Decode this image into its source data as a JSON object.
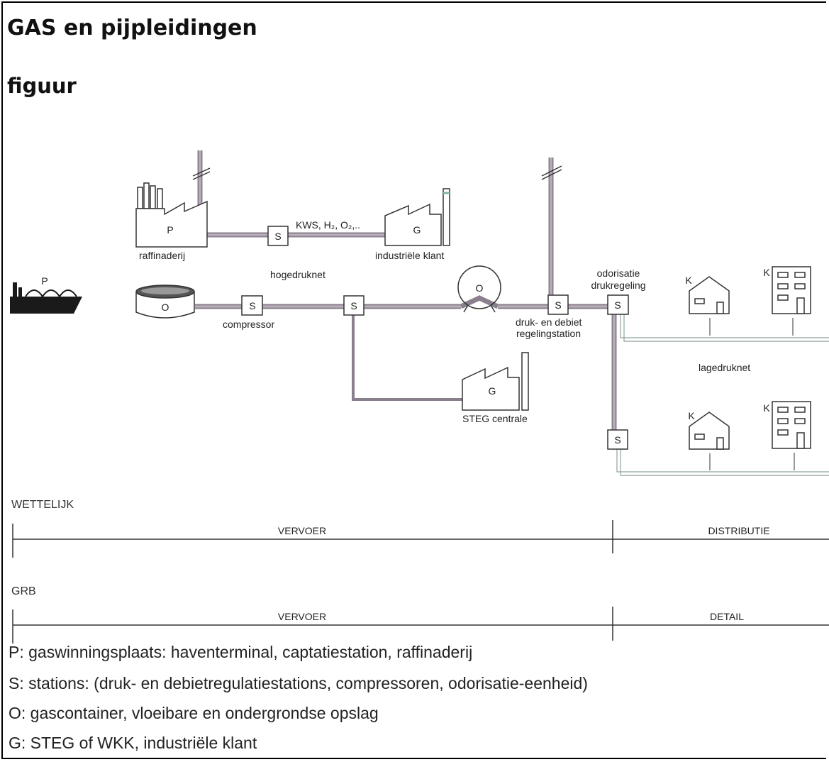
{
  "header": {
    "title": "GAS en pijpleidingen",
    "subtitle": "figuur"
  },
  "diagram": {
    "refinery": {
      "letter": "P",
      "label": "raffinaderij"
    },
    "industrial_client": {
      "letter": "G",
      "label": "industriële klant"
    },
    "kws_label": "KWS, H₂, O₂,..",
    "ship_letter": "P",
    "tank_letter": "O",
    "gasholder_letter": "O",
    "station_letter": "S",
    "hogedruknet_label": "hogedruknet",
    "compressor_label": "compressor",
    "steg": {
      "letter": "G",
      "label": "STEG centrale"
    },
    "regelstation_label_1": "druk- en debiet",
    "regelstation_label_2": "regelingstation",
    "odorisatie_label_1": "odorisatie",
    "odorisatie_label_2": "drukregeling",
    "lagedruknet_label": "lagedruknet",
    "customer_letter": "K"
  },
  "bands": {
    "wettelijk": {
      "label": "WETTELIJK",
      "left": "VERVOER",
      "right": "DISTRIBUTIE"
    },
    "grb": {
      "label": "GRB",
      "left": "VERVOER",
      "right": "DETAIL"
    }
  },
  "legend": [
    "P: gaswinningsplaats: haventerminal, captatiestation, raffinaderij",
    "S: stations: (druk- en debietregulatiestations, compressoren, odorisatie-eenheid)",
    "O: gascontainer, vloeibare en ondergrondse opslag",
    "G: STEG of WKK, industriële klant"
  ],
  "colors": {
    "pipe": "#8a7f8c",
    "pipe_light": "#b9b0bb",
    "low_pressure": "#8fa59a"
  }
}
